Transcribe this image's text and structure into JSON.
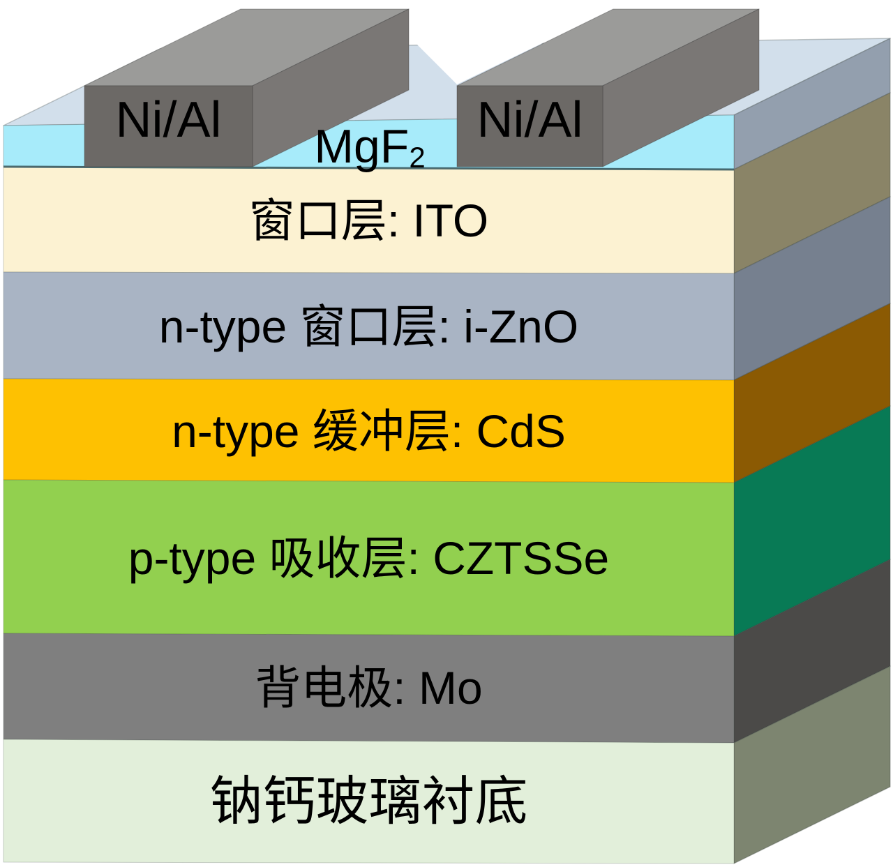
{
  "background_color": "#ffffff",
  "device": {
    "antireflective_coating": {
      "label_base": "MgF",
      "label_subscript": "2",
      "front_color": "#a7ebfa",
      "side_color": "#939fae",
      "top_color": "#d2dfeb"
    },
    "metal_contacts": {
      "left_label": "Ni/Al",
      "right_label": "Ni/Al",
      "front_color": "#6c6966",
      "top_color": "#9b9b99",
      "side_color": "#7a7775"
    },
    "divider_color": "#33565e",
    "layers": [
      {
        "id": "window-ito",
        "label": "窗口层: ITO",
        "front_color": "#fcf2d2",
        "side_color": "#8a8467"
      },
      {
        "id": "window-izno",
        "label": "n-type 窗口层: i-ZnO",
        "front_color": "#a9b4c4",
        "side_color": "#76808f"
      },
      {
        "id": "buffer-cds",
        "label": "n-type 缓冲层: CdS",
        "front_color": "#fec101",
        "side_color": "#8b5a03"
      },
      {
        "id": "absorber-cztsse",
        "label": "p-type 吸收层: CZTSSe",
        "front_color": "#92d04f",
        "side_color": "#087a55"
      },
      {
        "id": "back-contact-mo",
        "label": "背电极: Mo",
        "front_color": "#7f7f7f",
        "side_color": "#4b4a48"
      },
      {
        "id": "substrate-glass",
        "label": "钠钙玻璃衬底",
        "front_color": "#e2efda",
        "side_color": "#7d8570"
      }
    ]
  }
}
